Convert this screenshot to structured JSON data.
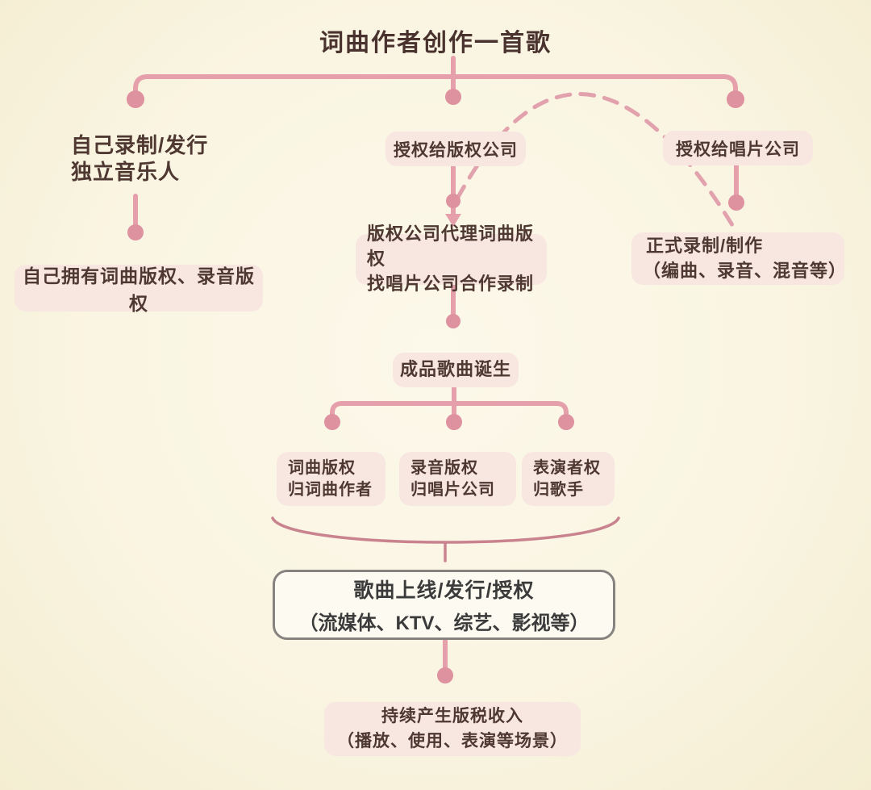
{
  "diagram": {
    "title": "词曲作者创作一首歌",
    "branch_independent": {
      "label_line1": "自己录制/发行",
      "label_line2": "独立音乐人",
      "result": "自己拥有词曲版权、录音版权"
    },
    "branch_publisher": {
      "box": "授权给版权公司",
      "action_line1": "版权公司代理词曲版权",
      "action_line2": "找唱片公司合作录制"
    },
    "branch_record_label": {
      "box": "授权给唱片公司",
      "action_line1": "正式录制/制作",
      "action_line2": "（编曲、录音、混音等）"
    },
    "finished_song": "成品歌曲诞生",
    "rights": [
      {
        "line1": "词曲版权",
        "line2": "归词曲作者"
      },
      {
        "line1": "录音版权",
        "line2": "归唱片公司"
      },
      {
        "line1": "表演者权",
        "line2": "归歌手"
      }
    ],
    "release": {
      "line1": "歌曲上线/发行/授权",
      "line2": "（流媒体、KTV、综艺、影视等）"
    },
    "royalty": {
      "line1": "持续产生版税收入",
      "line2": "（播放、使用、表演等场景）"
    },
    "colors": {
      "background": "#faf5e2",
      "connector_pink": "#e5a0ab",
      "dot_pink": "#de919f",
      "dashed_pink": "#e2a2ad",
      "brace_pink": "#c9838f",
      "box_pink_bg": "#f8e7e1",
      "box_text_brown": "#4e3831",
      "gray_border": "#85827f",
      "gray_box_text": "#3b3b3b"
    }
  }
}
